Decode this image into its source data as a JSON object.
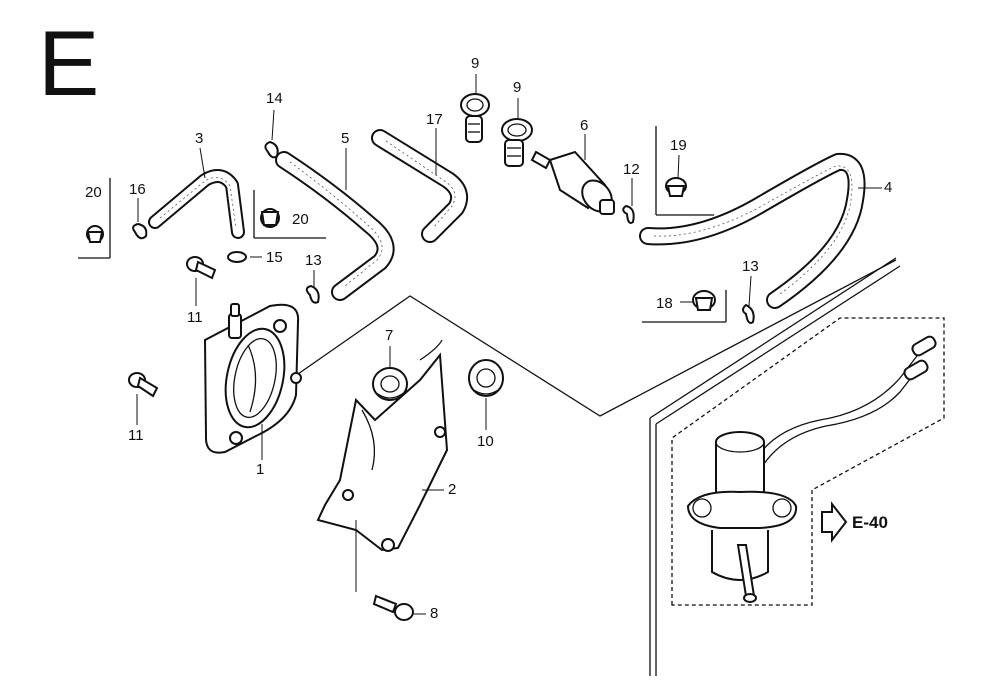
{
  "section_letter": "E",
  "reference_link": "E-40",
  "callouts": [
    {
      "id": "c1",
      "text": "1"
    },
    {
      "id": "c2",
      "text": "2"
    },
    {
      "id": "c3",
      "text": "3"
    },
    {
      "id": "c4",
      "text": "4"
    },
    {
      "id": "c5",
      "text": "5"
    },
    {
      "id": "c6",
      "text": "6"
    },
    {
      "id": "c7",
      "text": "7"
    },
    {
      "id": "c8",
      "text": "8"
    },
    {
      "id": "c9a",
      "text": "9"
    },
    {
      "id": "c9b",
      "text": "9"
    },
    {
      "id": "c10",
      "text": "10"
    },
    {
      "id": "c11a",
      "text": "11"
    },
    {
      "id": "c11b",
      "text": "11"
    },
    {
      "id": "c12",
      "text": "12"
    },
    {
      "id": "c13a",
      "text": "13"
    },
    {
      "id": "c13b",
      "text": "13"
    },
    {
      "id": "c14",
      "text": "14"
    },
    {
      "id": "c15",
      "text": "15"
    },
    {
      "id": "c16",
      "text": "16"
    },
    {
      "id": "c17",
      "text": "17"
    },
    {
      "id": "c18",
      "text": "18"
    },
    {
      "id": "c19",
      "text": "19"
    },
    {
      "id": "c20a",
      "text": "20"
    },
    {
      "id": "c20b",
      "text": "20"
    }
  ]
}
